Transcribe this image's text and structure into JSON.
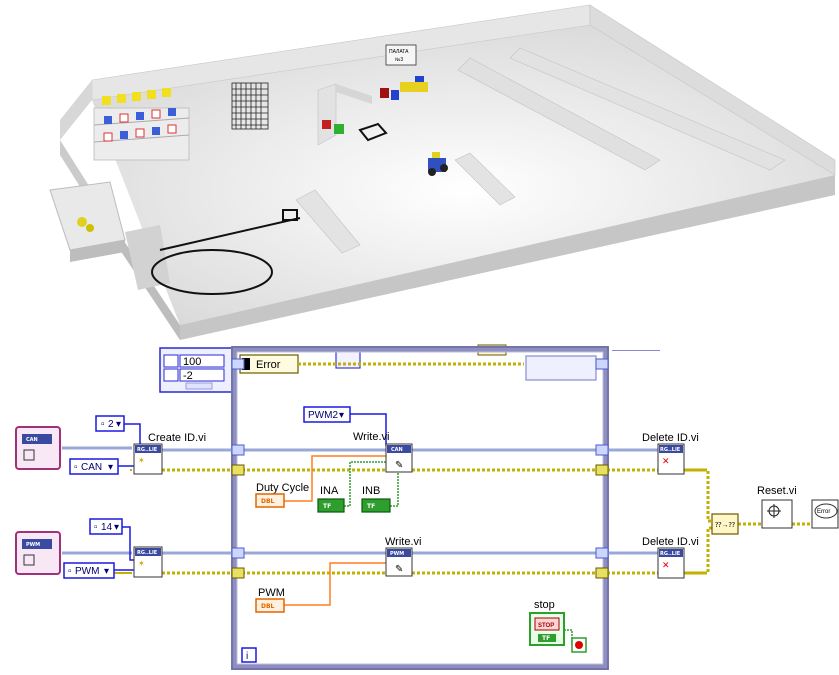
{
  "scene": {
    "sign_line1": "ПАЛАТА",
    "sign_line2": "№3"
  },
  "diagram": {
    "top_values": [
      "100",
      "-2"
    ],
    "error_label": "Error",
    "create_id_label": "Create ID.vi",
    "write1_label": "Write.vi",
    "write2_label": "Write.vi",
    "delete1_label": "Delete ID.vi",
    "delete2_label": "Delete ID.vi",
    "reset_label": "Reset.vi",
    "can_device_text": "CAN",
    "pwm_device_text": "PWM",
    "const_2": "2",
    "const_14": "14",
    "enum_can": "CAN",
    "enum_pwm": "PWM",
    "enum_pwm2": "PWM2",
    "duty_cycle_label": "Duty Cycle",
    "ina_label": "INA",
    "inb_label": "INB",
    "pwm_control_label": "PWM",
    "stop_label": "stop",
    "stop_button_text": "STOP",
    "dbl_text": "DBL",
    "tf_text": "TF",
    "loop_iteration": "i",
    "error_handler_text": "Error",
    "ref_icon_text": "RG..LIE",
    "colors": {
      "loop_frame": "#8e8ec0",
      "error_wire": "#c2b200",
      "ref_wire": "#9aa8d8",
      "orange_wire": "#ff7f20",
      "green_wire": "#2e9e2e",
      "blue_const": "#1a1ae0"
    }
  }
}
